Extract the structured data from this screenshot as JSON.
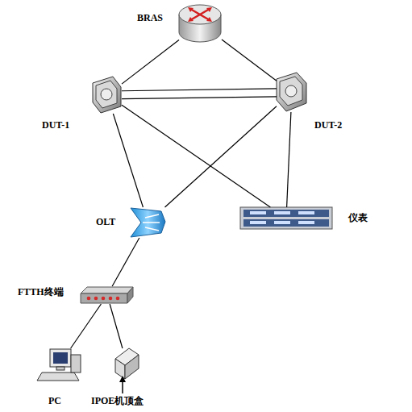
{
  "diagram": {
    "nodes": [
      {
        "text": [
          "BRAS"
        ]
      },
      {
        "text": [
          "DUT-1"
        ]
      },
      {
        "text": [
          "DUT-2"
        ]
      },
      {
        "text": [
          "OLT"
        ]
      },
      {
        "text": [
          "仪表"
        ]
      },
      {
        "text": [
          "FTTH终端"
        ]
      },
      {
        "text": [
          "PC"
        ]
      },
      {
        "text": [
          "IPOE机顶盒"
        ]
      }
    ],
    "edges": [
      {
        "from": 0,
        "to": 1,
        "arrow": "none"
      },
      {
        "from": 0,
        "to": 2,
        "arrow": "none"
      },
      {
        "from": 1,
        "to": 2,
        "arrow": "none"
      },
      {
        "from": 1,
        "to": 2,
        "arrow": "none"
      },
      {
        "from": 1,
        "to": 3,
        "arrow": "none"
      },
      {
        "from": 1,
        "to": 4,
        "arrow": "none"
      },
      {
        "from": 2,
        "to": 3,
        "arrow": "none"
      },
      {
        "from": 2,
        "to": 4,
        "arrow": "none"
      },
      {
        "from": 3,
        "to": 5,
        "arrow": "none"
      },
      {
        "from": 5,
        "to": 6,
        "arrow": "none"
      },
      {
        "from": 5,
        "to": 7,
        "arrow": "none"
      }
    ]
  }
}
